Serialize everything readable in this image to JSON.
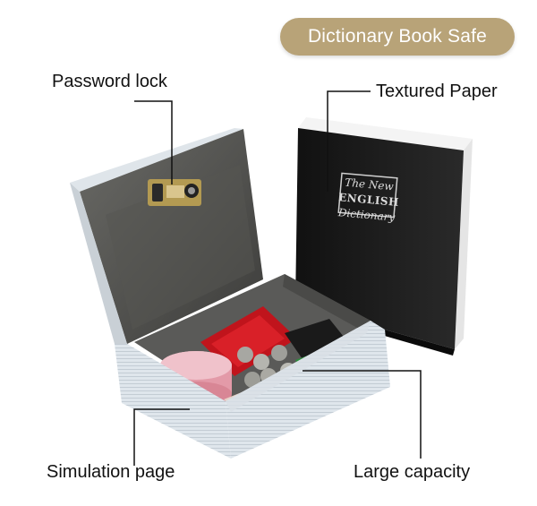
{
  "banner": {
    "title": "Dictionary Book Safe",
    "color": "#b8a378"
  },
  "callouts": {
    "password_lock": "Password lock",
    "textured_paper": "Textured Paper",
    "simulation_page": "Simulation page",
    "large_capacity": "Large capacity"
  },
  "book_cover": {
    "line1": "The New",
    "line2": "ENGLISH",
    "line3": "Dictionary"
  }
}
